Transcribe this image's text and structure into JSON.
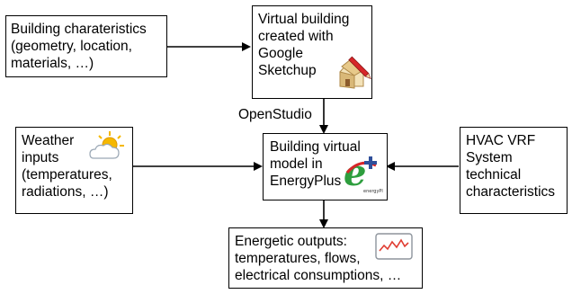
{
  "nodes": {
    "building_characteristics": {
      "text": "Building charateristics\n(geometry, location,\nmaterials, …)"
    },
    "virtual_building": {
      "text": "Virtual building\ncreated with\nGoogle\nSketchup"
    },
    "weather_inputs": {
      "text": "Weather\ninputs\n(temperatures,\nradiations, …)"
    },
    "building_model": {
      "text": "Building virtual\nmodel in\nEnergyPlus"
    },
    "hvac_vrf": {
      "text": "HVAC VRF\nSystem\ntechnical\ncharacteristics"
    },
    "energetic_outputs": {
      "text": "Energetic outputs:\ntemperatures, flows,\nelectrical consumptions, …"
    }
  },
  "edges": {
    "openstudio_label": "OpenStudio"
  },
  "icons": {
    "sketchup": "sketchup-house-pencil-icon",
    "weather": "sun-cloud-icon",
    "energyplus": "energyplus-logo-icon",
    "energyplus_caption": "energyPlus",
    "chart": "line-chart-icon"
  },
  "colors": {
    "line": "#000000",
    "chart_line": "#e03c31",
    "sun": "#f5b800",
    "eplus_green": "#2e9e3e",
    "eplus_red": "#d7262a",
    "eplus_blue": "#2f4f9a"
  }
}
